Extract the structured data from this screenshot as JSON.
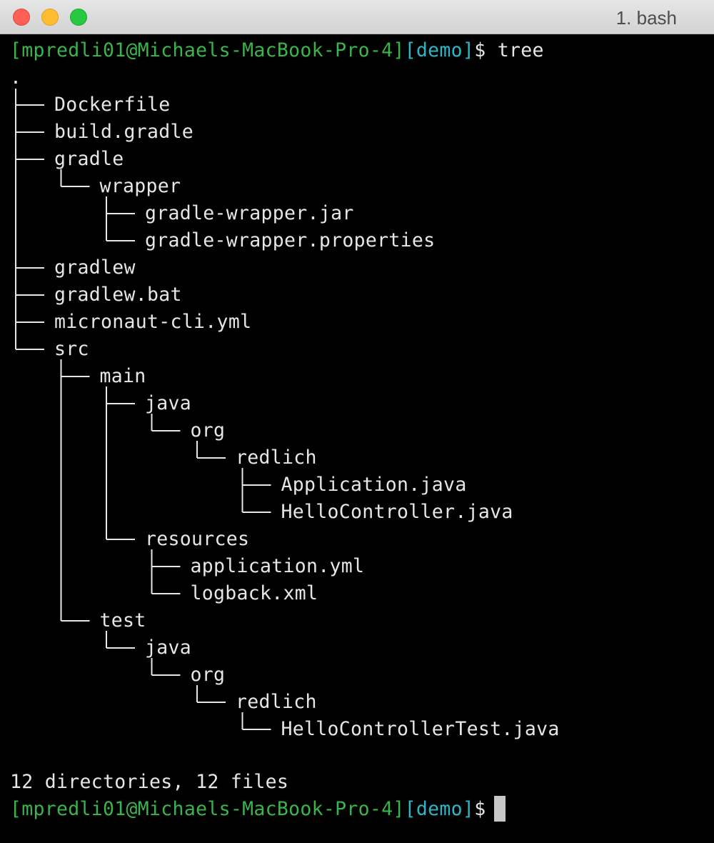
{
  "window": {
    "title": "1. bash"
  },
  "prompt": {
    "user_host": "[mpredli01@Michaels-MacBook-Pro-4]",
    "dir": "[demo]",
    "symbol": "$",
    "command": "tree"
  },
  "tree": {
    "root": ".",
    "entries": [
      {
        "depth": 0,
        "name": "Dockerfile",
        "last": false
      },
      {
        "depth": 0,
        "name": "build.gradle",
        "last": false
      },
      {
        "depth": 0,
        "name": "gradle",
        "last": false
      },
      {
        "depth": 1,
        "name": "wrapper",
        "last": true
      },
      {
        "depth": 2,
        "name": "gradle-wrapper.jar",
        "last": false
      },
      {
        "depth": 2,
        "name": "gradle-wrapper.properties",
        "last": true
      },
      {
        "depth": 0,
        "name": "gradlew",
        "last": false
      },
      {
        "depth": 0,
        "name": "gradlew.bat",
        "last": false
      },
      {
        "depth": 0,
        "name": "micronaut-cli.yml",
        "last": false
      },
      {
        "depth": 0,
        "name": "src",
        "last": true
      },
      {
        "depth": 1,
        "name": "main",
        "last": false
      },
      {
        "depth": 2,
        "name": "java",
        "last": false
      },
      {
        "depth": 3,
        "name": "org",
        "last": true
      },
      {
        "depth": 4,
        "name": "redlich",
        "last": true
      },
      {
        "depth": 5,
        "name": "Application.java",
        "last": false
      },
      {
        "depth": 5,
        "name": "HelloController.java",
        "last": true
      },
      {
        "depth": 2,
        "name": "resources",
        "last": true
      },
      {
        "depth": 3,
        "name": "application.yml",
        "last": false
      },
      {
        "depth": 3,
        "name": "logback.xml",
        "last": true
      },
      {
        "depth": 1,
        "name": "test",
        "last": true
      },
      {
        "depth": 2,
        "name": "java",
        "last": true
      },
      {
        "depth": 3,
        "name": "org",
        "last": true
      },
      {
        "depth": 4,
        "name": "redlich",
        "last": true
      },
      {
        "depth": 5,
        "name": "HelloControllerTest.java",
        "last": true
      }
    ]
  },
  "summary": "12 directories, 12 files",
  "colors": {
    "prompt_user": "#39b54a",
    "prompt_dir": "#2bb7c7",
    "text": "#e6e6e6",
    "background": "#000000"
  }
}
